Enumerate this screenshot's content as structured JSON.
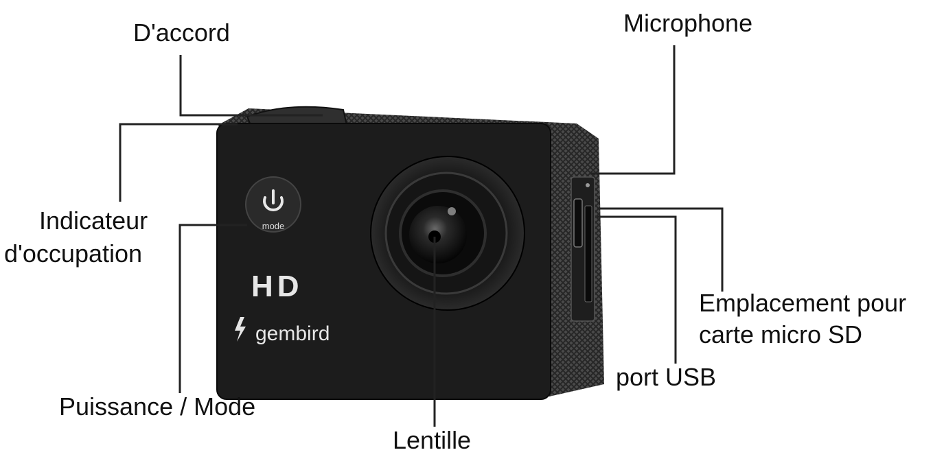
{
  "camera": {
    "model_text": "HD",
    "brand_text": "gembird",
    "mode_button_text": "mode",
    "colors": {
      "body": "#1a1a1a",
      "texture": "#3a3a3a",
      "lens_ring": "#0e0e0e",
      "label_line": "#222222"
    }
  },
  "labels": {
    "ok_button": "D'accord",
    "microphone": "Microphone",
    "busy_indicator_line1": "Indicateur",
    "busy_indicator_line2": "d'occupation",
    "sd_slot_line1": "Emplacement pour",
    "sd_slot_line2": "carte micro SD",
    "usb_port": "port USB",
    "power_mode": "Puissance / Mode",
    "lens": "Lentille"
  }
}
